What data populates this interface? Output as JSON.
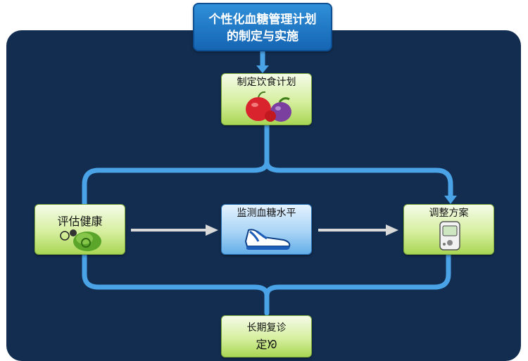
{
  "title": {
    "line1": "个性化血糖管理计划",
    "line2": "的制定与实施"
  },
  "nodes": {
    "diet": {
      "label": "制定饮食计划",
      "icon": "fruit-icon"
    },
    "assess": {
      "label": "评估健康",
      "icon": "lettuce-icon"
    },
    "monitor": {
      "label": "监测血糖水平",
      "icon": "shoe-icon"
    },
    "adjust": {
      "label": "调整方案",
      "icon": "glucose-meter-icon"
    },
    "followup": {
      "label": "长期复诊",
      "label2": "定ᘞ"
    }
  },
  "colors": {
    "background": "#132d50",
    "connector": "#4aa3e6",
    "green_node": "#a9d654",
    "blue_node": "#63aee8",
    "title": "#1565b3"
  }
}
